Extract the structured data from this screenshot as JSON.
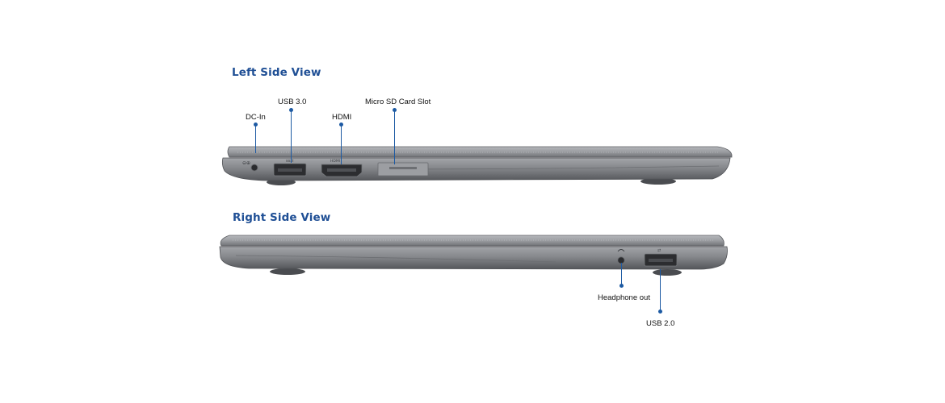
{
  "left_view": {
    "title": "Left Side View",
    "callouts": [
      {
        "id": "dc-in",
        "label": "DC-In",
        "icon": "power-plug-icon"
      },
      {
        "id": "usb3",
        "label": "USB 3.0",
        "icon": "usb-ss-icon"
      },
      {
        "id": "hdmi",
        "label": "HDMI",
        "icon": "hdmi-icon"
      },
      {
        "id": "sd",
        "label": "Micro SD Card Slot",
        "icon": "sd-card-icon"
      }
    ]
  },
  "right_view": {
    "title": "Right Side View",
    "callouts": [
      {
        "id": "headphone",
        "label": "Headphone out",
        "icon": "headphone-icon"
      },
      {
        "id": "usb2",
        "label": "USB 2.0",
        "icon": "usb-icon"
      }
    ]
  },
  "colors": {
    "title_blue": "#1f4f95",
    "callout_blue": "#1d5aa3",
    "chassis_gray": "#8f9195",
    "chassis_dark": "#56585c"
  }
}
